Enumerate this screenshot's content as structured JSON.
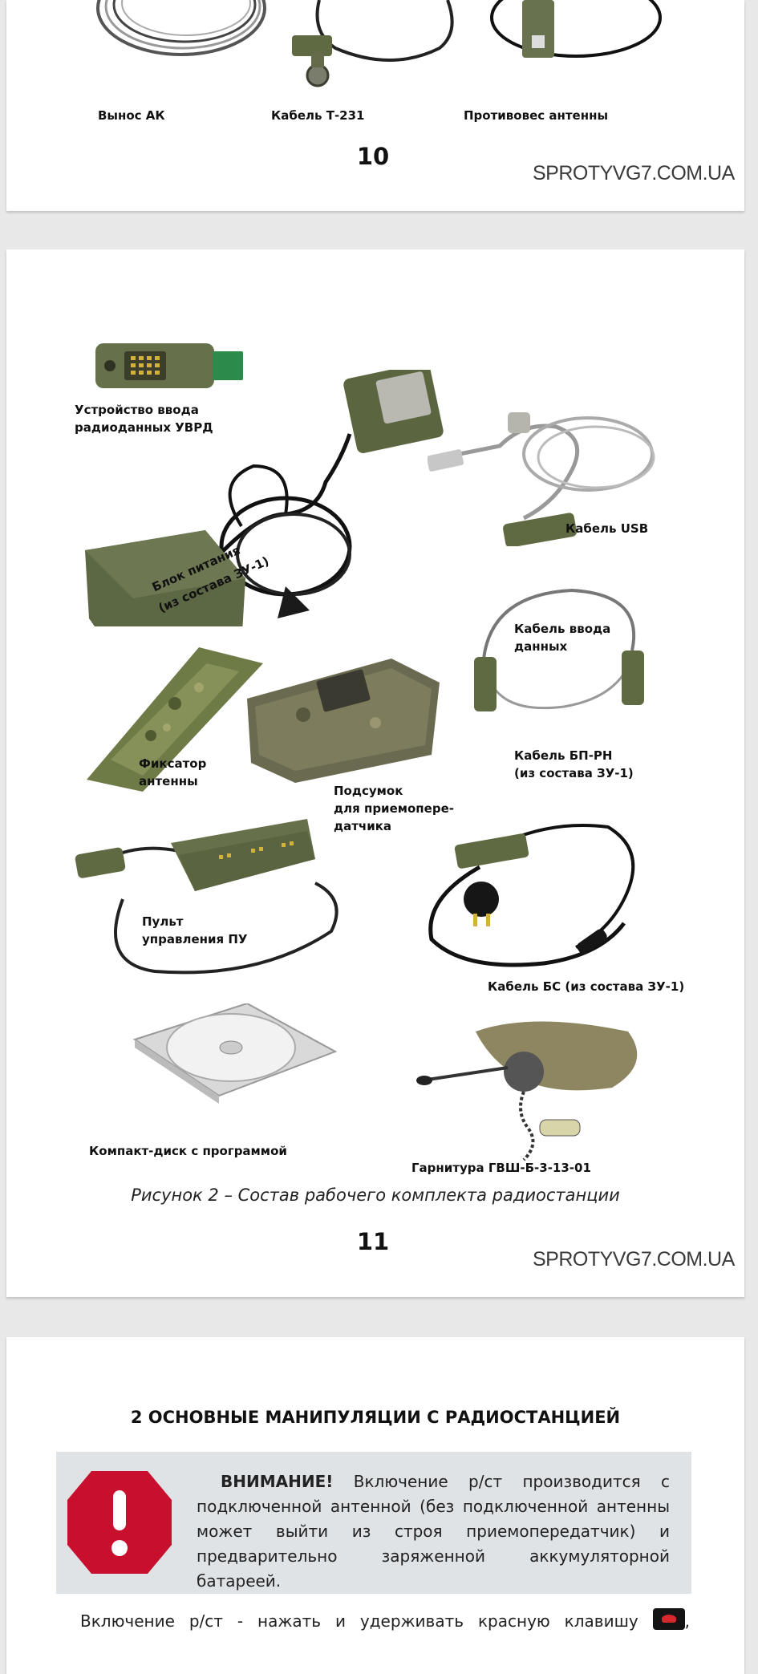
{
  "page10": {
    "captions": [
      "Вынос АК",
      "Кабель Т-231",
      "Противовес антенны"
    ],
    "page_number": "10",
    "site": "SPROTYVG7.COM.UA"
  },
  "page11": {
    "labels": {
      "uvrd": [
        "Устройство ввода",
        "радиоданных УВРД"
      ],
      "usb": "Кабель USB",
      "psu": [
        "Блок питания",
        "(из состава ЗУ-1)"
      ],
      "data_cable": [
        "Кабель ввода",
        "данных"
      ],
      "antenna_clamp": [
        "Фиксатор",
        "антенны"
      ],
      "bp_rn": [
        "Кабель БП-РН",
        "(из состава ЗУ-1)"
      ],
      "pouch": [
        "Подсумок",
        "для приемопере-",
        "датчика"
      ],
      "control_panel": [
        "Пульт",
        "управления ПУ"
      ],
      "bs_cable": "Кабель БС (из состава ЗУ-1)",
      "cd": "Компакт-диск с программой",
      "headset": "Гарнитура ГВШ-Б-3-13-01"
    },
    "figure_caption": "Рисунок 2 – Состав рабочего комплекта радиостанции",
    "page_number": "11",
    "site": "SPROTYVG7.COM.UA"
  },
  "page12": {
    "heading": "2 ОСНОВНЫЕ МАНИПУЛЯЦИИ С РАДИОСТАНЦИЕЙ",
    "warning": {
      "title": "ВНИМАНИЕ!",
      "text": "Включение р/ст производится с подключенной антенной (без подключенной антенны может выйти из строя приемопередатчик) и предварительно заряженной аккумуляторной батареей."
    },
    "body_start": "Включение р/ст - нажать и удерживать красную клавишу",
    "body_end": ",",
    "warning_icon_color": "#c8102e",
    "power_key_icon": "red-handset-key-icon"
  }
}
